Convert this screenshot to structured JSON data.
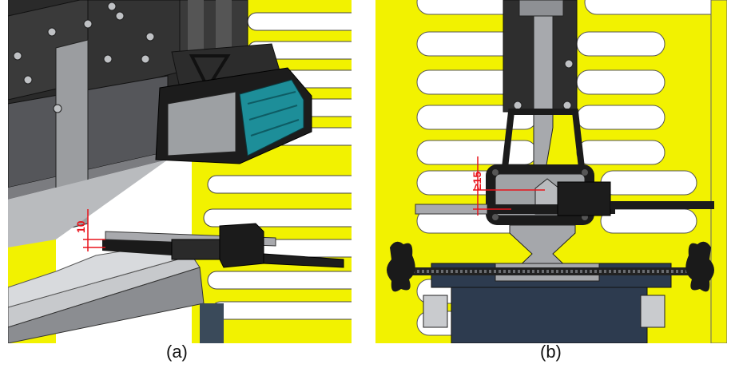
{
  "figure": {
    "panel_a": {
      "caption": "(a)",
      "dimension_label": "10"
    },
    "panel_b": {
      "caption": "(b)",
      "dimension_label": "≥15"
    }
  },
  "colors": {
    "background_plate": "#f2f200",
    "dimension_red": "#e8141c",
    "machine_dark": "#2b2b2b",
    "steel_grey": "#a7a9ad",
    "teal_sensor": "#1d8e99",
    "base_blue": "#2d3b4f"
  }
}
